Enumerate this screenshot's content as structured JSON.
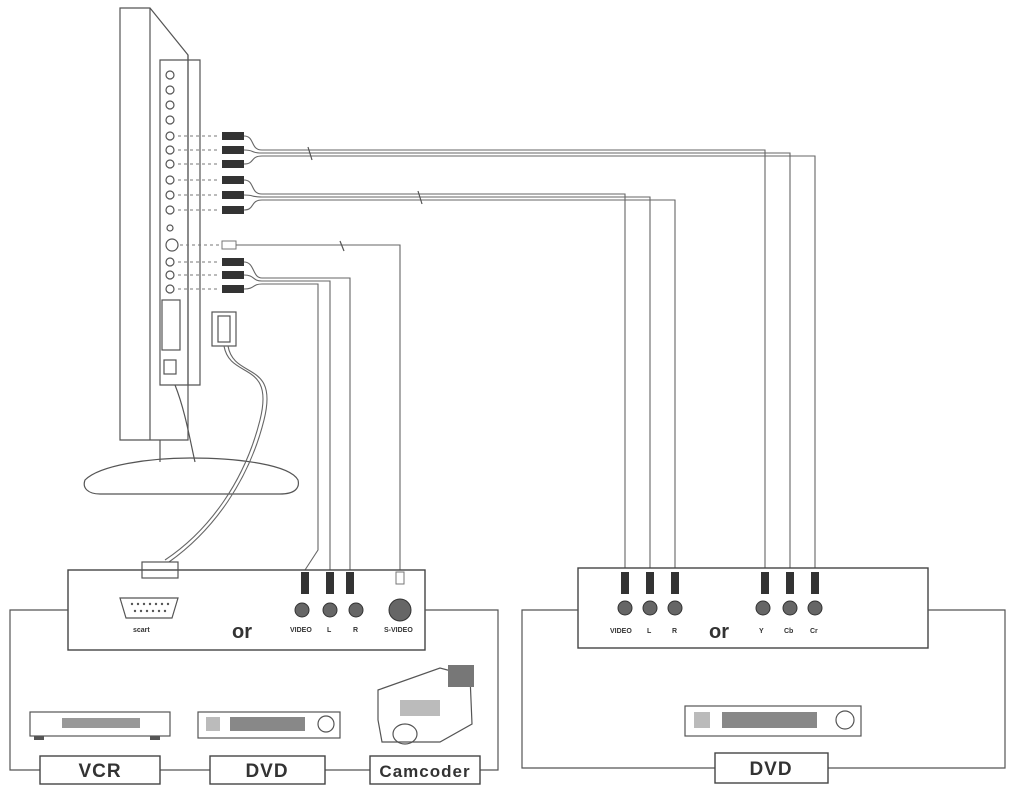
{
  "left_panel": {
    "scart_label": "scart",
    "or_label": "or",
    "jacks": [
      "VIDEO",
      "L",
      "R",
      "S-VIDEO"
    ]
  },
  "right_panel": {
    "or_label": "or",
    "jacks": [
      "VIDEO",
      "L",
      "R",
      "Y",
      "Cb",
      "Cr"
    ]
  },
  "devices": {
    "vcr": "VCR",
    "dvd_left": "DVD",
    "camcoder": "Camcoder",
    "dvd_right": "DVD"
  }
}
